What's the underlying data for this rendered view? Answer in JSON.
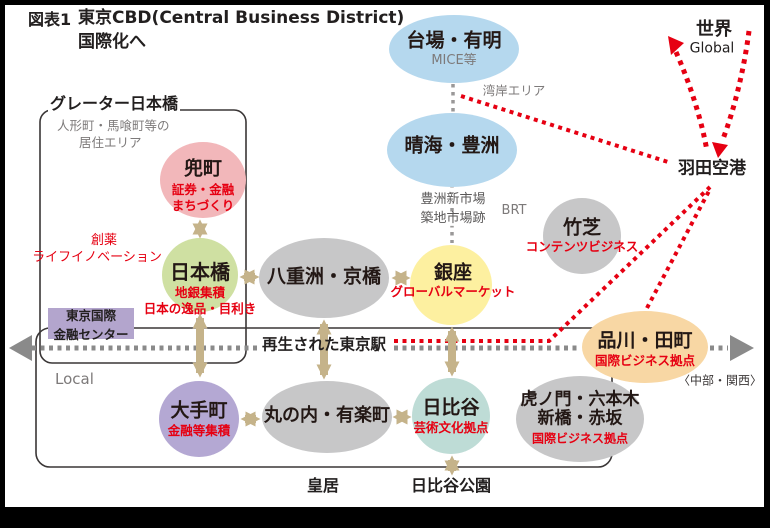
{
  "title": {
    "tag": "図表1",
    "line1": "東京CBD(Central Business District)",
    "line2": "国際化へ"
  },
  "nodes": {
    "odaiba": {
      "label": "台場・有明",
      "sub": "MICE等"
    },
    "harumi": {
      "label": "晴海・豊洲"
    },
    "kabutocho": {
      "label": "兜町",
      "sub1": "証券・金融",
      "sub2": "まちづくり"
    },
    "nihonbashi": {
      "label": "日本橋",
      "sub1": "地銀集積",
      "sub2": "日本の逸品・目利き"
    },
    "yaesu": {
      "label": "八重洲・京橋"
    },
    "ginza": {
      "label": "銀座",
      "sub": "グローバルマーケット"
    },
    "takeshiba": {
      "label": "竹芝",
      "sub": "コンテンツビジネス"
    },
    "otemachi": {
      "label": "大手町",
      "sub": "金融等集積"
    },
    "marunouchi": {
      "label": "丸の内・有楽町"
    },
    "hibiya": {
      "label": "日比谷",
      "sub": "芸術文化拠点"
    },
    "shinagawa": {
      "label": "品川・田町",
      "sub": "国際ビジネス拠点"
    },
    "toranomon": {
      "label1": "虎ノ門・六本木",
      "label2": "新橋・赤坂",
      "sub": "国際ビジネス拠点"
    }
  },
  "areas": {
    "greater_nihonbashi": {
      "title": "グレーター日本橋",
      "note1": "人形町・馬喰町等の",
      "note2": "居住エリア"
    },
    "local_label": "Local"
  },
  "annotations": {
    "souyaku": "創薬",
    "life_innovation": "ライフイノベーション",
    "finance_center_line1": "東京国際",
    "finance_center_line2": "金融センター",
    "tokyo_station": "再生された東京駅",
    "wangan": "湾岸エリア",
    "toyosu_market": "豊洲新市場",
    "tsukiji_site": "築地市場跡",
    "brt": "BRT",
    "world": "世界",
    "global": "Global",
    "haneda": "羽田空港",
    "chubu_kansai": "〈中部・関西〉",
    "koukyo": "皇居",
    "hibiya_park": "日比谷公園"
  },
  "colors": {
    "bay_blue": "#b5d8ee",
    "pink": "#f2b7ba",
    "yellow_green": "#cfe0a2",
    "node_gray": "#c7c7c8",
    "yellow": "#fdf0a0",
    "node_purple": "#b4a8d3",
    "teal": "#bedcd6",
    "orange": "#f8d7a4",
    "finance_box_purple": "#b3a5cd",
    "arrow_tan": "#c5b38a",
    "route_red": "#e60012",
    "axis_gray": "#8a8a8a"
  }
}
